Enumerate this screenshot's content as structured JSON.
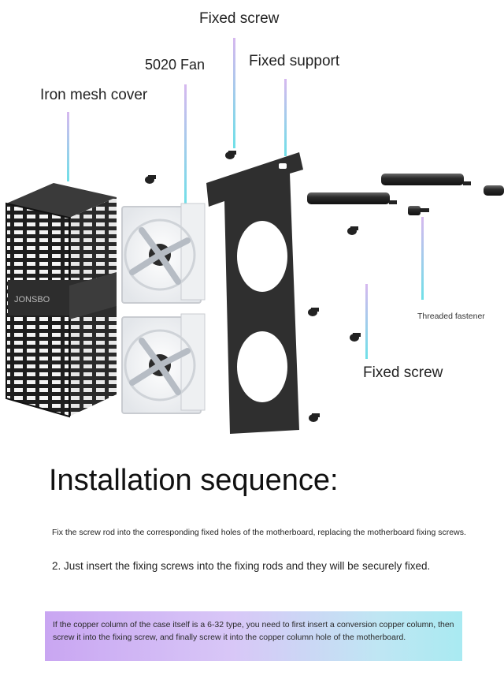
{
  "labels": {
    "fixed_screw_top": "Fixed screw",
    "fan": "5020 Fan",
    "fixed_support": "Fixed support",
    "iron_mesh_cover": "Iron mesh cover",
    "threaded_fastener": "Threaded fastener",
    "fixed_screw_bottom": "Fixed screw"
  },
  "brand_text": "JONSBO",
  "title": "Installation sequence:",
  "steps": {
    "step1": "Fix the screw rod into the corresponding fixed holes of the motherboard, replacing the motherboard fixing screws.",
    "step2": "2. Just insert the fixing screws into the fixing rods and they will be securely fixed."
  },
  "note": "If the copper column of the case itself is a 6-32 type, you need to first insert a conversion copper column, then screw it into the fixing screw, and finally screw it into the copper column hole of the motherboard.",
  "colors": {
    "leader_gradient_top": "#d6b8ef",
    "leader_gradient_bottom": "#6fe0e8",
    "metal_dark": "#2b2b2b"
  }
}
